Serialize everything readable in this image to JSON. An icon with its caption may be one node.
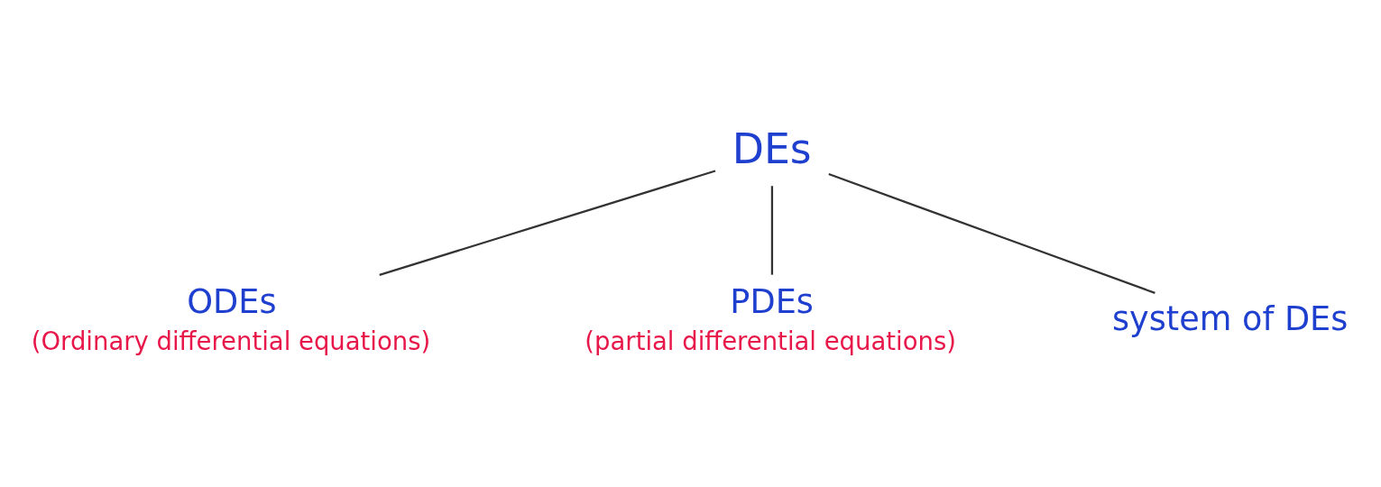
{
  "diagram": {
    "nodes": [
      {
        "text": [
          "DEs"
        ]
      },
      {
        "text": [
          "ODEs"
        ],
        "beside": [
          "(Ordinary differential equations)"
        ]
      },
      {
        "text": [
          "PDEs"
        ],
        "beside": [
          "(partial differential equations)"
        ]
      },
      {
        "text": [
          "system of DEs"
        ]
      }
    ],
    "edges": [
      {
        "from": 0,
        "to": 1,
        "arrow": "none"
      },
      {
        "from": 0,
        "to": 2,
        "arrow": "none"
      },
      {
        "from": 0,
        "to": 3,
        "arrow": "none"
      }
    ]
  }
}
